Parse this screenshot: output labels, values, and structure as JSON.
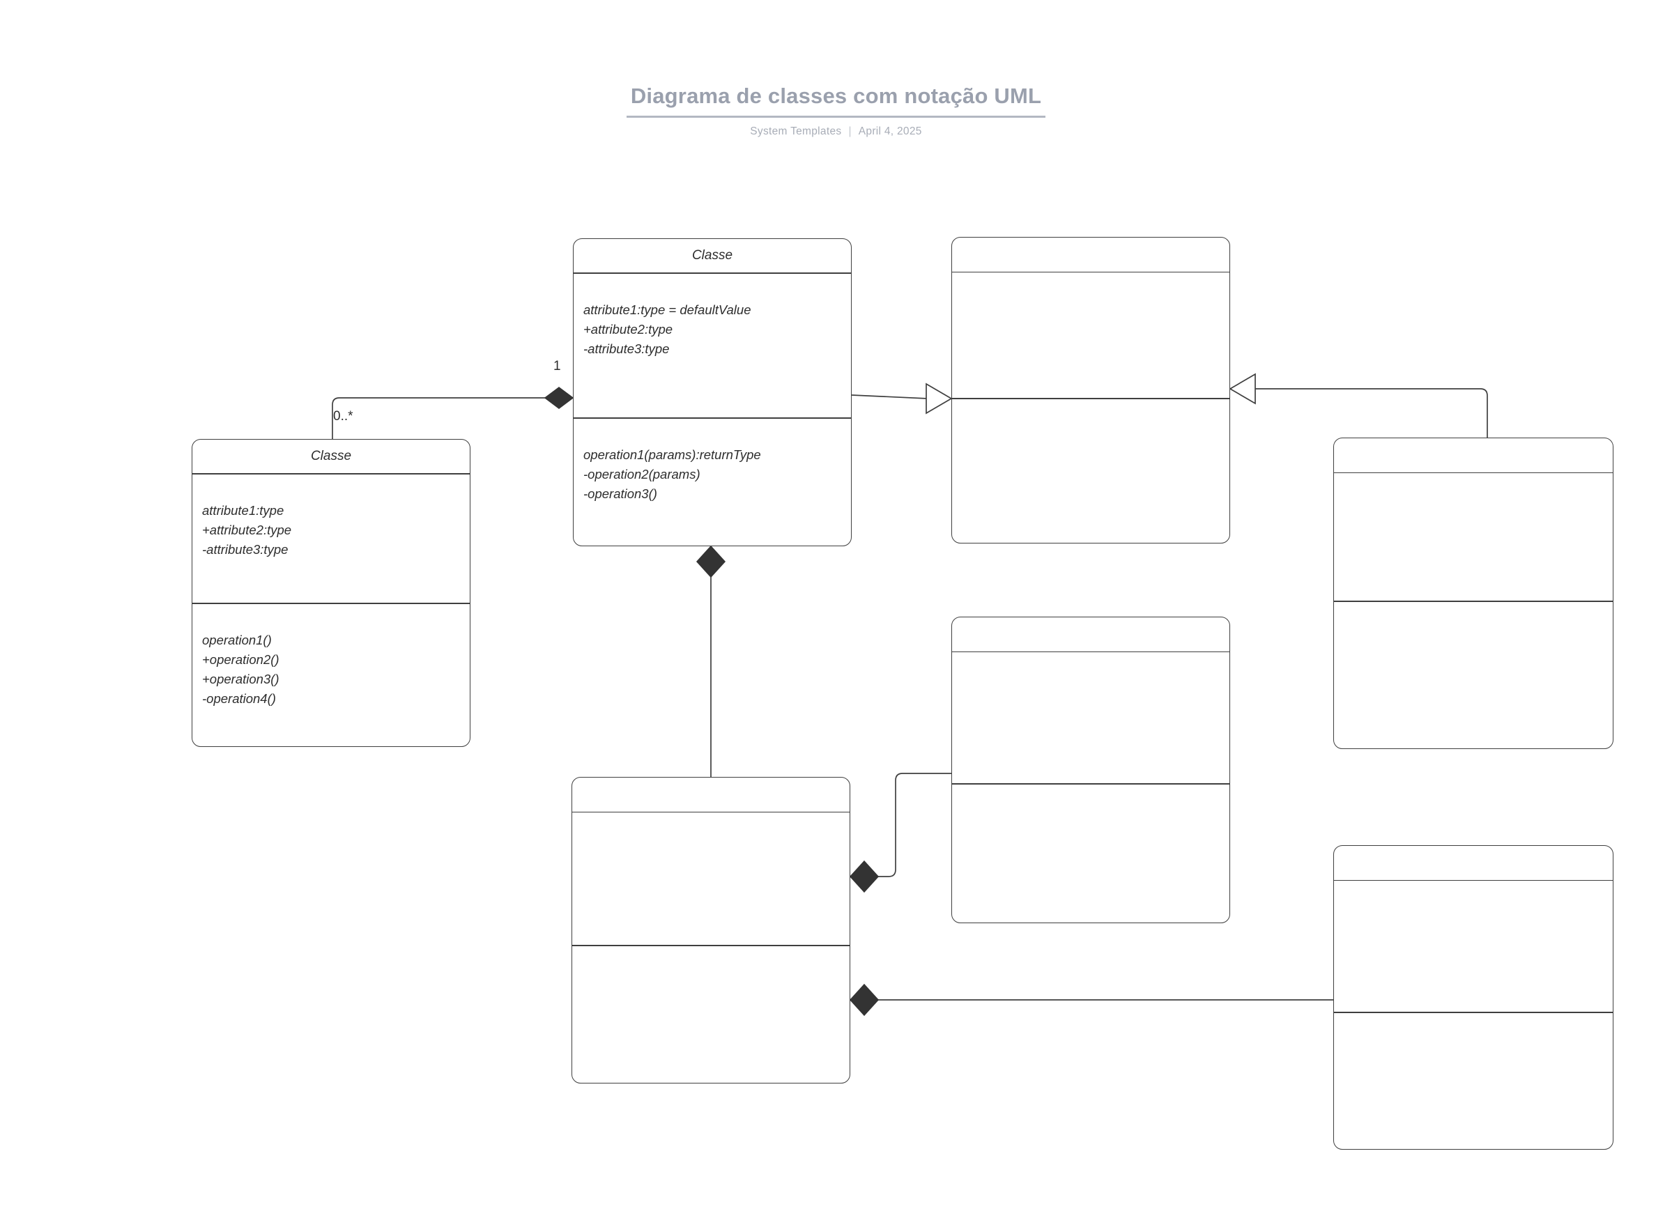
{
  "header": {
    "title": "Diagrama de classes com notação UML",
    "author": "System Templates",
    "separator": "|",
    "date": "April 4, 2025"
  },
  "diagram": {
    "type": "uml-class-diagram",
    "classes": [
      {
        "id": "class-center",
        "name": "Classe",
        "attributes": [
          "attribute1:type = defaultValue",
          "+attribute2:type",
          "-attribute3:type"
        ],
        "operations": [
          "operation1(params):returnType",
          "-operation2(params)",
          "-operation3()"
        ]
      },
      {
        "id": "class-left",
        "name": "Classe",
        "attributes": [
          "attribute1:type",
          "+attribute2:type",
          "-attribute3:type"
        ],
        "operations": [
          "operation1()",
          "+operation2()",
          "+operation3()",
          "-operation4()"
        ]
      },
      {
        "id": "class-tr",
        "name": "",
        "attributes": [],
        "operations": []
      },
      {
        "id": "class-right-mid",
        "name": "",
        "attributes": [],
        "operations": []
      },
      {
        "id": "class-mid-right",
        "name": "",
        "attributes": [],
        "operations": []
      },
      {
        "id": "class-bottom-center",
        "name": "",
        "attributes": [],
        "operations": []
      },
      {
        "id": "class-bottom-right",
        "name": "",
        "attributes": [],
        "operations": []
      }
    ],
    "multiplicities": {
      "one": "1",
      "zero_to_many": "0..*"
    },
    "relationships": [
      {
        "from": "class-left",
        "to": "class-center",
        "type": "composition",
        "marker": "filled-diamond",
        "source_multiplicity": "0..*",
        "target_multiplicity": "1"
      },
      {
        "from": "class-center",
        "to": "class-tr",
        "type": "generalization",
        "marker": "hollow-triangle"
      },
      {
        "from": "class-right-mid",
        "to": "class-tr",
        "type": "generalization",
        "marker": "hollow-triangle"
      },
      {
        "from": "class-bottom-center",
        "to": "class-center",
        "type": "composition",
        "marker": "filled-diamond"
      },
      {
        "from": "class-mid-right",
        "to": "class-bottom-center",
        "type": "composition",
        "marker": "filled-diamond"
      },
      {
        "from": "class-bottom-right",
        "to": "class-bottom-center",
        "type": "composition",
        "marker": "filled-diamond"
      }
    ]
  },
  "colors": {
    "title": "#9aa0ad",
    "subtitle": "#a8adb7",
    "stroke": "#3f3f3f",
    "marker_fill": "#333333",
    "background": "#ffffff"
  }
}
